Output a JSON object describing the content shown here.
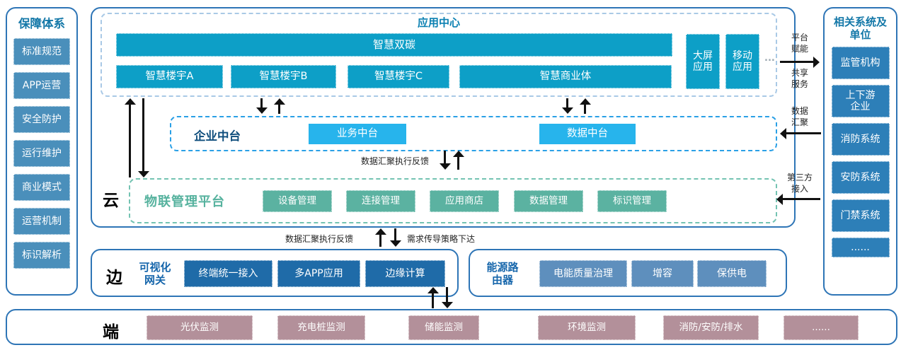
{
  "left_sidebar": {
    "title": "保障体系",
    "items": [
      "标准规范",
      "APP运营",
      "安全防护",
      "运行维护",
      "商业模式",
      "运营机制",
      "标识解析"
    ]
  },
  "right_sidebar": {
    "title": "相关系统及单位",
    "items": [
      "监管机构",
      "上下游企业",
      "消防系统",
      "安防系统",
      "门禁系统",
      "......"
    ]
  },
  "cloud_layer": {
    "label": "云",
    "app_center": {
      "title": "应用中心",
      "banner": "智慧双碳",
      "apps": [
        "智慧楼宇A",
        "智慧楼宇B",
        "智慧楼宇C",
        "智慧商业体"
      ],
      "side_apps": [
        "大屏应用",
        "移动应用"
      ],
      "more": "..."
    },
    "enterprise_platform": {
      "title": "企业中台",
      "modules": [
        "业务中台",
        "数据中台"
      ]
    },
    "iot_platform": {
      "title": "物联管理平台",
      "modules": [
        "设备管理",
        "连接管理",
        "应用商店",
        "数据管理",
        "标识管理"
      ]
    },
    "feedback_label": "数据汇聚执行反馈"
  },
  "cloud_edge_flow": {
    "left_label": "数据汇聚执行反馈",
    "right_label": "需求传导策略下达"
  },
  "edge_layer": {
    "label": "边",
    "gateway": {
      "title": "可视化网关",
      "modules": [
        "终端统一接入",
        "多APP应用",
        "边缘计算"
      ]
    },
    "energy_router": {
      "title": "能源路由器",
      "modules": [
        "电能质量治理",
        "增容",
        "保供电"
      ]
    }
  },
  "terminal_layer": {
    "label": "端",
    "items": [
      "光伏监测",
      "充电桩监测",
      "储能监测",
      "环境监测",
      "消防/安防/排水",
      "......"
    ]
  },
  "right_flows": {
    "labels": [
      "平台赋能",
      "共享服务",
      "数据汇聚",
      "第三方接入"
    ]
  },
  "colors": {
    "border_blue": "#2e75b6",
    "teal_bar": "#0d9fc7",
    "cyan_box": "#27b4ec",
    "green_box": "#5bb2a1",
    "dark_blue_box": "#1f6ba8",
    "steel_blue_box": "#5e8fbd",
    "mauve_box": "#b3909a",
    "left_item": "#4a8fbb",
    "right_item": "#2d7fb8"
  }
}
